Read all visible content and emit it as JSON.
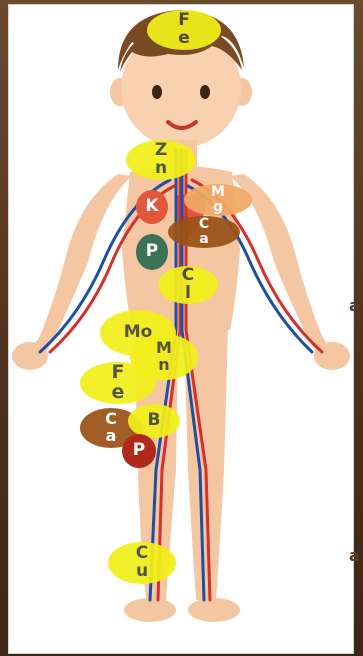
{
  "labels": {
    "fe_head": [
      "F",
      "e"
    ],
    "zn": [
      "Z",
      "n"
    ],
    "mg": [
      "M",
      "g"
    ],
    "k": "K",
    "ca_chest": [
      "C",
      "a"
    ],
    "p_chest": "P",
    "cl": [
      "C",
      "l"
    ],
    "mo": "Mo",
    "mn": [
      "M",
      "n"
    ],
    "fe_abdomen": [
      "F",
      "e"
    ],
    "ca_leg": [
      "C",
      "a"
    ],
    "b": "B",
    "p_leg": "P",
    "cu": [
      "C",
      "u"
    ]
  },
  "colors": {
    "yellow_marker": "#f2ef1a",
    "orange_marker": "#f1a866",
    "brown_marker": "#9a5217",
    "potassium_marker": "#e2573c",
    "phosphorus_marker": "#3c7258",
    "phosphorus_leg_marker": "#b02a1c"
  }
}
